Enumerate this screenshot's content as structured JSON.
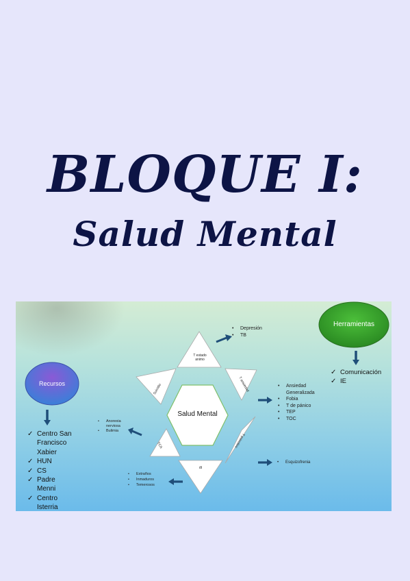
{
  "title": "BLOQUE I:",
  "subtitle": "Salud Mental",
  "diagram": {
    "center": "Salud Mental",
    "triangles": {
      "top": "T estado animo",
      "upper_right": "T ansiedad",
      "lower_right": "T psicotico",
      "bottom": "dt",
      "lower_left": "TCA",
      "upper_left": "Suicidio"
    },
    "depresion_list": [
      "Depresión",
      "TB"
    ],
    "ansiedad_list": [
      "Ansiedad Generalizada",
      "Fobia",
      "T de pánico",
      "TEP",
      "TOC"
    ],
    "psicotico_list": [
      "Esquizofrenia"
    ],
    "tca_list": [
      "Anorexia nerviosa",
      "Bulimia"
    ],
    "bottom_list": [
      "Extraños",
      "Inmaduros",
      "Temerosos"
    ],
    "herramientas": {
      "label": "Herramientas",
      "items": [
        "Comunicación",
        "IE"
      ]
    },
    "recursos": {
      "label": "Recursos",
      "items": [
        "Centro San Francisco Xabier",
        "HUN",
        "CS",
        "Padre Menni",
        "Centro Isterria"
      ]
    },
    "colors": {
      "herramientas_oval": "#3aa02e",
      "recursos_oval": "#6a4cc6",
      "arrow": "#1f4e79",
      "hexagon_stroke": "#7fbf6a"
    }
  }
}
